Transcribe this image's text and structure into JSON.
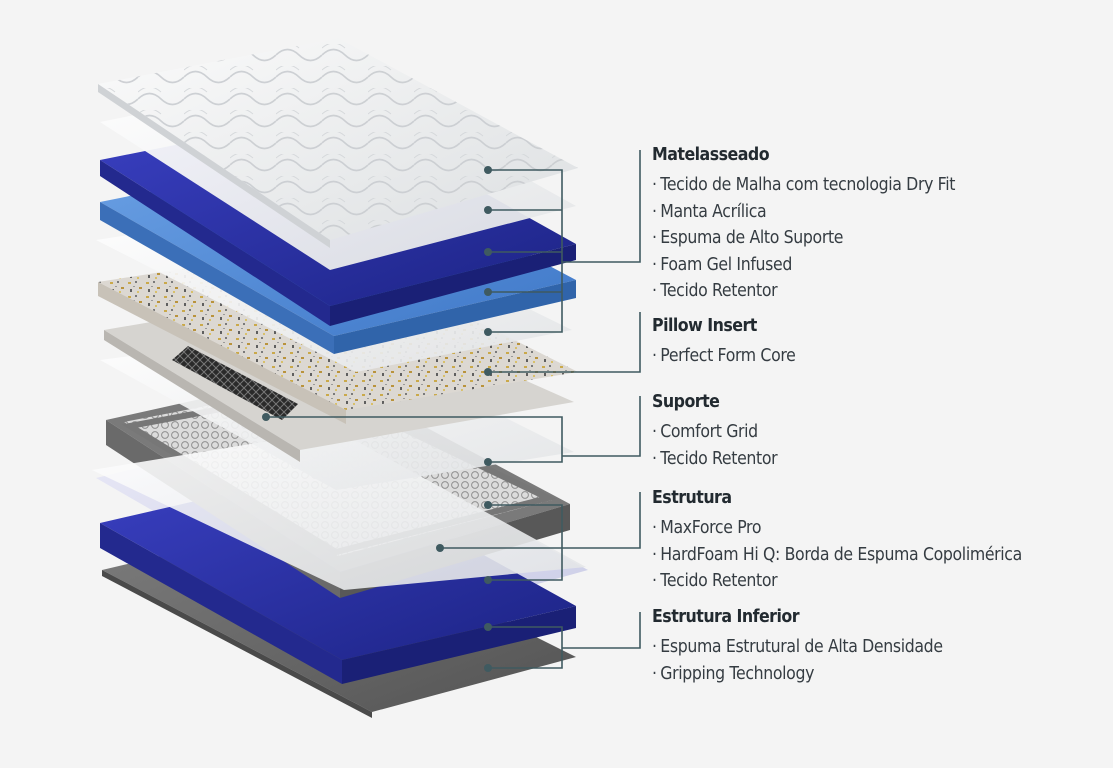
{
  "colors": {
    "background": "#f4f4f4",
    "leader_line": "#3f5a60",
    "title_text": "#222a30",
    "item_text": "#353c42"
  },
  "groups": [
    {
      "title": "Matelasseado",
      "items": [
        "Tecido de Malha com tecnologia Dry Fit",
        "Manta Acrílica",
        "Espuma de Alto Suporte",
        "Foam Gel Infused",
        "Tecido Retentor"
      ]
    },
    {
      "title": "Pillow Insert",
      "items": [
        "Perfect Form Core"
      ]
    },
    {
      "title": "Suporte",
      "items": [
        "Comfort Grid",
        "Tecido Retentor"
      ]
    },
    {
      "title": "Estrutura",
      "items": [
        "MaxForce Pro",
        "HardFoam Hi Q: Borda de Espuma Copolimérica",
        "Tecido Retentor"
      ]
    },
    {
      "title": "Estrutura Inferior",
      "items": [
        "Espuma Estrutural de Alta Densidade",
        "Gripping Technology"
      ]
    }
  ],
  "bullet": "·"
}
